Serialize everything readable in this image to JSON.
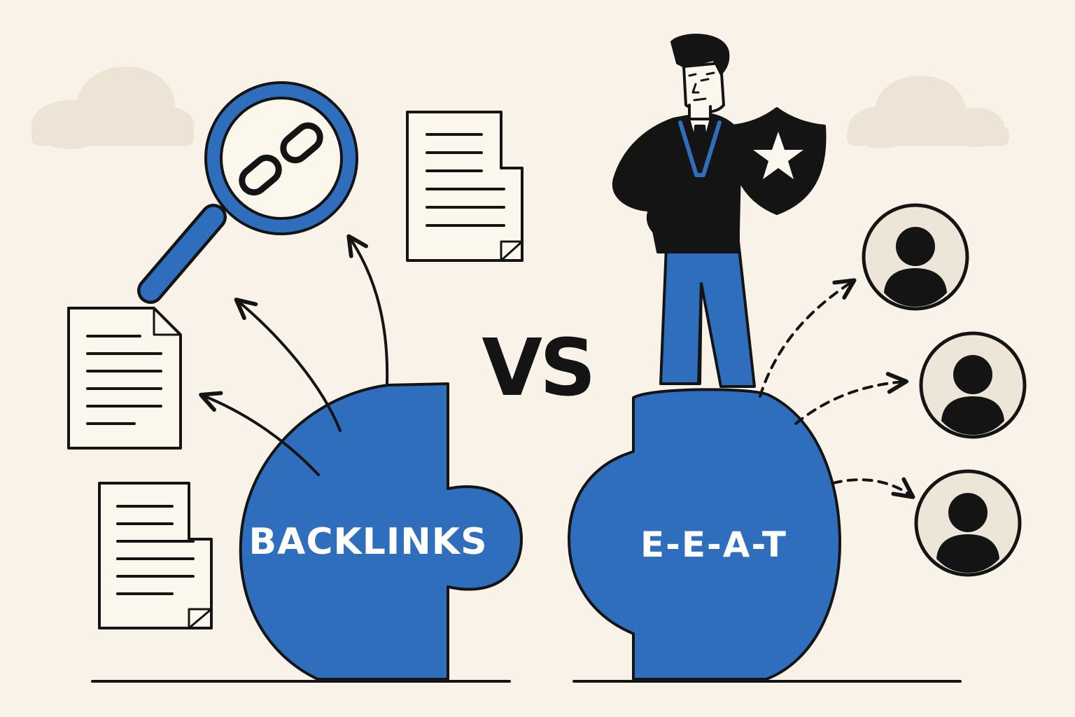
{
  "scene": {
    "left_label": "BACKLINKS",
    "right_label": "E-E-A-T",
    "versus": "VS"
  },
  "colors": {
    "background": "#f8f2e8",
    "brand_blue": "#2f6ebc",
    "ink": "#141414",
    "paper": "#fbf7ec",
    "cloud": "#ede4d6",
    "avatar_bg": "#ece5d8"
  },
  "icons": [
    "magnifier-link-icon",
    "document-icon",
    "shield-star-icon",
    "user-avatar-icon",
    "arrow-icon"
  ]
}
